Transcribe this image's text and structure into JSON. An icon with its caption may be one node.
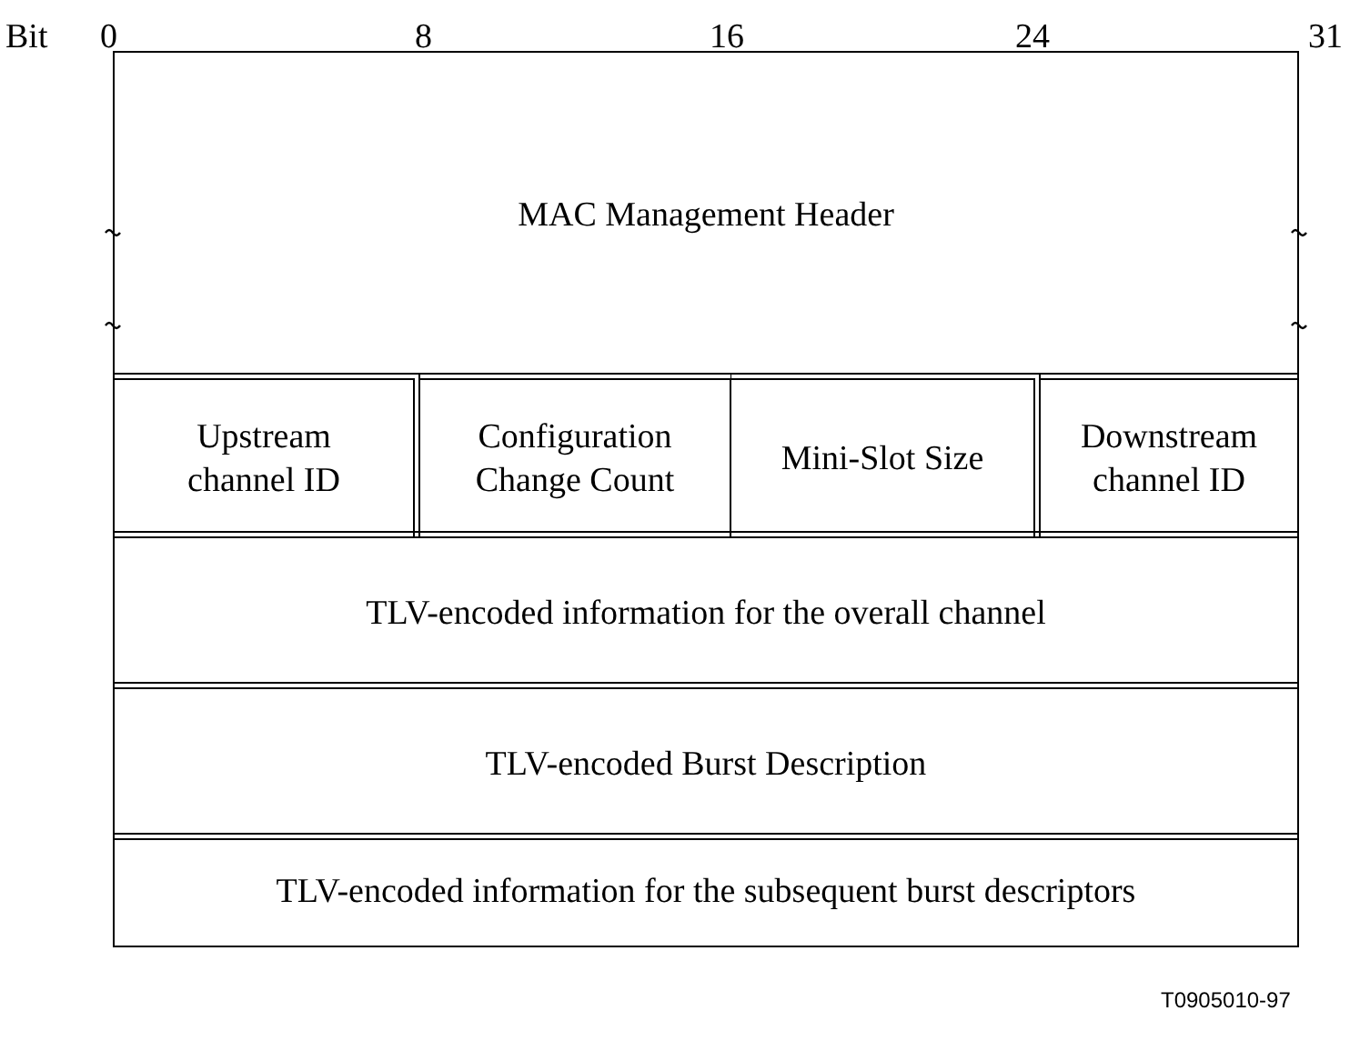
{
  "diagram": {
    "nodes": [
      {
        "text": [
          "MAC Management Header"
        ]
      },
      {
        "text": [
          "Upstream channel ID"
        ]
      },
      {
        "text": [
          "Configuration Change Count"
        ]
      },
      {
        "text": [
          "Mini-Slot Size"
        ]
      },
      {
        "text": [
          "Downstream channel ID"
        ]
      },
      {
        "text": [
          "TLV-encoded information for the overall channel"
        ]
      },
      {
        "text": [
          "TLV-encoded Burst Description"
        ]
      },
      {
        "text": [
          "TLV-encoded information for the subsequent burst descriptors"
        ]
      }
    ],
    "edges": [],
    "labels": [
      "Bit",
      "0",
      "8",
      "16",
      "24",
      "31",
      "T0905010-97"
    ]
  }
}
